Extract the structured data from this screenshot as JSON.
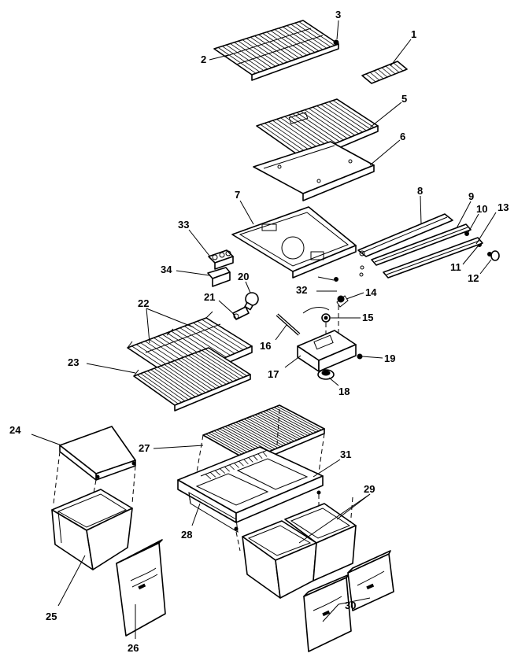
{
  "callouts": [
    {
      "id": "c1",
      "label": "1"
    },
    {
      "id": "c2",
      "label": "2"
    },
    {
      "id": "c3",
      "label": "3"
    },
    {
      "id": "c5",
      "label": "5"
    },
    {
      "id": "c6",
      "label": "6"
    },
    {
      "id": "c7",
      "label": "7"
    },
    {
      "id": "c8",
      "label": "8"
    },
    {
      "id": "c9",
      "label": "9"
    },
    {
      "id": "c10",
      "label": "10"
    },
    {
      "id": "c11",
      "label": "11"
    },
    {
      "id": "c12",
      "label": "12"
    },
    {
      "id": "c13",
      "label": "13"
    },
    {
      "id": "c14",
      "label": "14"
    },
    {
      "id": "c15",
      "label": "15"
    },
    {
      "id": "c16",
      "label": "16"
    },
    {
      "id": "c17",
      "label": "17"
    },
    {
      "id": "c18",
      "label": "18"
    },
    {
      "id": "c19",
      "label": "19"
    },
    {
      "id": "c20",
      "label": "20"
    },
    {
      "id": "c21",
      "label": "21"
    },
    {
      "id": "c22",
      "label": "22"
    },
    {
      "id": "c23",
      "label": "23"
    },
    {
      "id": "c24",
      "label": "24"
    },
    {
      "id": "c25",
      "label": "25"
    },
    {
      "id": "c26",
      "label": "26"
    },
    {
      "id": "c27",
      "label": "27"
    },
    {
      "id": "c28",
      "label": "28"
    },
    {
      "id": "c29",
      "label": "29"
    },
    {
      "id": "c30",
      "label": "30"
    },
    {
      "id": "c31",
      "label": "31"
    },
    {
      "id": "c32",
      "label": "32"
    },
    {
      "id": "c33",
      "label": "33"
    },
    {
      "id": "c34",
      "label": "34"
    }
  ]
}
